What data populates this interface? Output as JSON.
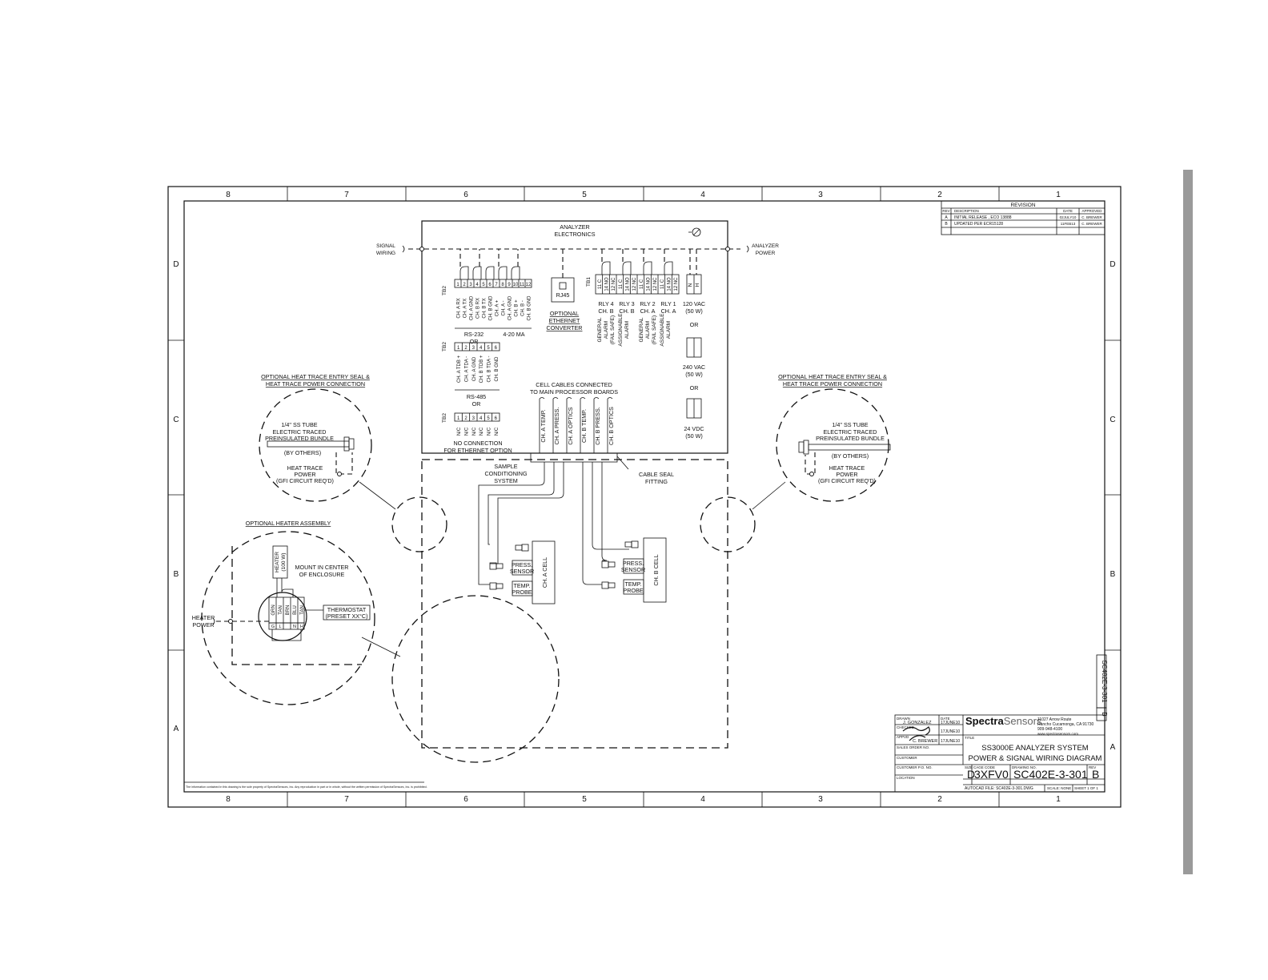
{
  "grid": {
    "columns": [
      "8",
      "7",
      "6",
      "5",
      "4",
      "3",
      "2",
      "1"
    ],
    "rows": [
      "D",
      "C",
      "B",
      "A"
    ]
  },
  "revision": {
    "title": "REVISION",
    "headers": [
      "REV",
      "DESCRIPTION",
      "DATE",
      "APPROVED"
    ],
    "rows": [
      {
        "rev": "A",
        "description": "INITIAL RELEASE , ECO 13888",
        "date": "02JULY10",
        "approved": "C. BREWER"
      },
      {
        "rev": "B",
        "description": "UPDATED PER ECR15128",
        "date": "11FEB13",
        "approved": "C. BREWER"
      }
    ]
  },
  "analyzer": {
    "title_line1": "ANALYZER",
    "title_line2": "ELECTRONICS",
    "signal_wiring_1": "SIGNAL",
    "signal_wiring_2": "WIRING",
    "analyzer_power_1": "ANALYZER",
    "analyzer_power_2": "POWER",
    "tb2": "TB2",
    "tb1": "TB1",
    "rs232_terminals": [
      "1",
      "2",
      "3",
      "4",
      "5",
      "6",
      "7",
      "8",
      "9",
      "10",
      "11",
      "12"
    ],
    "rs232_labels": [
      "CH. A RX",
      "CH. A TX",
      "CH. A GND",
      "CH. B RX",
      "CH. B TX",
      "CH. B GND",
      "CH. A +",
      "CH. A -",
      "CH. A GND",
      "CH. B +",
      "CH. B -",
      "CH. B GND"
    ],
    "rs232_caption": "RS-232",
    "or_1": "OR",
    "ma_caption": "4-20 MA",
    "rs485_terminals": [
      "1",
      "2",
      "3",
      "4",
      "5",
      "6"
    ],
    "rs485_labels": [
      "CH. A TDB +",
      "CH. A TDA -",
      "CH. A GND",
      "CH. B TDB +",
      "CH. B TDA -",
      "CH. B GND"
    ],
    "rs485_caption": "RS-485",
    "or_2": "OR",
    "nc_terminals": [
      "1",
      "2",
      "3",
      "4",
      "5",
      "6"
    ],
    "nc_labels": [
      "N/C",
      "N/C",
      "N/C",
      "N/C",
      "N/C",
      "N/C"
    ],
    "nc_caption_1": "NO CONNECTION",
    "nc_caption_2": "FOR ETHERNET OPTION",
    "rj45": "RJ45",
    "ethernet_1": "OPTIONAL",
    "ethernet_2": "ETHERNET",
    "ethernet_3": "CONVERTER",
    "relay_terminals": [
      "11 C",
      "14 NO",
      "12 NC",
      "11 C",
      "14 NO",
      "12 NC",
      "11 C",
      "14 NO",
      "12 NC",
      "11 C",
      "14 NO",
      "12 NC"
    ],
    "relay_names": [
      "RLY 4 CH. B",
      "RLY 3 CH. B",
      "RLY 2 CH. A",
      "RLY 1 CH. A"
    ],
    "relay_funcs": [
      "GENERAL ALARM (FAIL SAFE)",
      "ASSIGNABLE ALARM",
      "GENERAL ALARM (FAIL SAFE)",
      "ASSIGNABLE ALARM"
    ],
    "power_120": "120 VAC",
    "power_120w": "(50 W)",
    "or_p1": "OR",
    "power_240": "240 VAC",
    "power_240w": "(50 W)",
    "or_p2": "OR",
    "power_24": "24 VDC",
    "power_24w": "(50 W)",
    "cell_cables_1": "CELL CABLES CONNECTED",
    "cell_cables_2": "TO MAIN PROCESSOR BOARDS",
    "cables": [
      "CH. A TEMP.",
      "CH. A PRESS.",
      "CH. A OPTICS",
      "CH. B TEMP.",
      "CH. B PRESS.",
      "CH. B OPTICS"
    ]
  },
  "sample": {
    "label_1": "SAMPLE",
    "label_2": "CONDITIONING",
    "label_3": "SYSTEM",
    "cable_seal_1": "CABLE SEAL",
    "cable_seal_2": "FITTING",
    "cell_a": "CH. A CELL",
    "cell_b": "CH. B CELL",
    "press_1": "PRESS.",
    "press_2": "SENSOR",
    "temp_1": "TEMP.",
    "temp_2": "PROBE"
  },
  "heat_trace": {
    "title_1": "OPTIONAL HEAT TRACE ENTRY SEAL &",
    "title_2": "HEAT TRACE POWER CONNECTION",
    "tube_1": "1/4\" SS TUBE",
    "tube_2": "ELECTRIC TRACED",
    "tube_3": "PREINSULATED BUNDLE",
    "by_others": "(BY OTHERS)",
    "power_1": "HEAT TRACE",
    "power_2": "POWER",
    "power_3": "(GFI CIRCUIT REQ'D)"
  },
  "heater": {
    "title": "OPTIONAL HEATER ASSEMBLY",
    "heater_1": "HEATER",
    "heater_2": "(100 W)",
    "mount_1": "MOUNT IN CENTER",
    "mount_2": "OF ENCLOSURE",
    "thermo_1": "THERMOSTAT",
    "thermo_2": "(PRESET XX°C)",
    "wires": [
      "GRN",
      "TAN",
      "BRN",
      "BLU",
      "TAN"
    ],
    "terms": [
      "G",
      "L",
      "",
      "N",
      "H"
    ],
    "power_1": "HEATER",
    "power_2": "POWER"
  },
  "title_block": {
    "drawn_label": "DRAWN",
    "drawn_by": "J. GONZALEZ",
    "date_label": "DATE",
    "drawn_date": "17JUNE10",
    "checked_label": "CHECKED",
    "checked_date": "17JUNE10",
    "approved_label": "APPVD",
    "approved_by": "C. BREWER",
    "approved_date": "17JUNE10",
    "sales_order": "SALES ORDER NO.",
    "customer": "CUSTOMER",
    "customer_po": "CUSTOMER P.O. NO.",
    "location": "LOCATION",
    "company_a": "Spectra",
    "company_b": "Sensors",
    "addr_1": "11027 Arrow Route",
    "addr_2": "Rancho Cucamonga, CA 91730",
    "addr_3": "909-948-4100",
    "addr_4": "www.spectrasensors.com",
    "title_label": "TITLE",
    "title_1": "SS3000E ANALYZER SYSTEM",
    "title_2": "POWER & SIGNAL WIRING DIAGRAM",
    "size_label": "SIZE",
    "size": "D",
    "cage_label": "CAGE CODE",
    "cage": "3XFV0",
    "dwg_label": "DRAWING NO.",
    "dwg": "SC402E-3-301",
    "rev_label": "REV",
    "rev": "B",
    "autocad": "AUTOCAD FILE:  SC402E-3-301.DWG",
    "scale": "SCALE: NONE",
    "sheet": "SHEET 1 OF 1",
    "side_dwg": "SC402E-3-301",
    "side_rev": "B"
  },
  "footer_note": "The information contained in this drawing is the sole property of SpectraSensors, Inc. Any reproduction in part or in whole, without the written permission of SpectraSensors, Inc. is prohibited."
}
